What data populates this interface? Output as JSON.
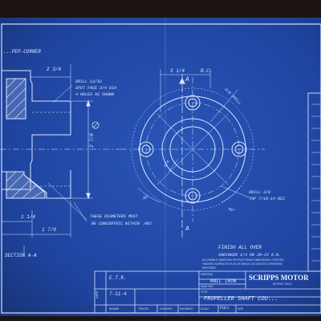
{
  "drawing": {
    "section_title": "...PEP-CORNER",
    "section_label": "SECTION A-A",
    "section_marker_a": "A",
    "section_marker_a2": "A",
    "bc_label": "B.C.",
    "dims": {
      "top_left_1": "2 3/4",
      "left_vertical": "2 7/8",
      "bottom_left": "1 7/8",
      "bottom_left_small": "1 1/4",
      "top_circle": "3 1/4",
      "angle_right": "3/8 DRILL",
      "angle_left": "1/4",
      "angle_45_a": "45°",
      "angle_45_b": "45°"
    },
    "notes": {
      "drill_top_1": "DRILL 13/32",
      "drill_top_2": "SPOT FACE 3/4 DIA",
      "drill_top_3": "4 HOLES AS SHOWN",
      "concentric_1": "THESE DIAMETERS MUST",
      "concentric_2": "BE CONCENTRIC WITHIN .002",
      "drill_right_1": "DRILL 3/8",
      "drill_right_2": "TAP 7/16-14 NC2",
      "finish_1": "FINISH ALL OVER",
      "finish_2": "SHRINKER 1/4 ON 20-22 R.B."
    }
  },
  "title_block": {
    "tolerance_note_1": "ALLOWABLE VARIATION ON FRACTIONAL DIMENSIONS LOCATING",
    "tolerance_note_2": "FINISHED SURFACES PLUS OR MINUS 1/64 UNLESS OTHERWISE",
    "tolerance_note_3": "SPECIFIED.",
    "material_label": "MATERIAL",
    "material_value": "MALL IRON",
    "analysis_label": "ANALYSIS",
    "title_label": "TITLE",
    "title_value": "PROPELLER SHAFT COU...",
    "company": "SCRIPPS MOTOR",
    "city": "DETROIT, MICH.",
    "drawn_by": "E.T.R.",
    "date_value": "7-11-4",
    "date_label": "DATE",
    "drawn_label": "DRAWN",
    "traced_label": "TRACED",
    "checked_label": "CHECKED",
    "engineer_label": "ENGINEER",
    "scale_label": "SCALE",
    "scale_value": "FULL",
    "size_label": "SIZE"
  }
}
